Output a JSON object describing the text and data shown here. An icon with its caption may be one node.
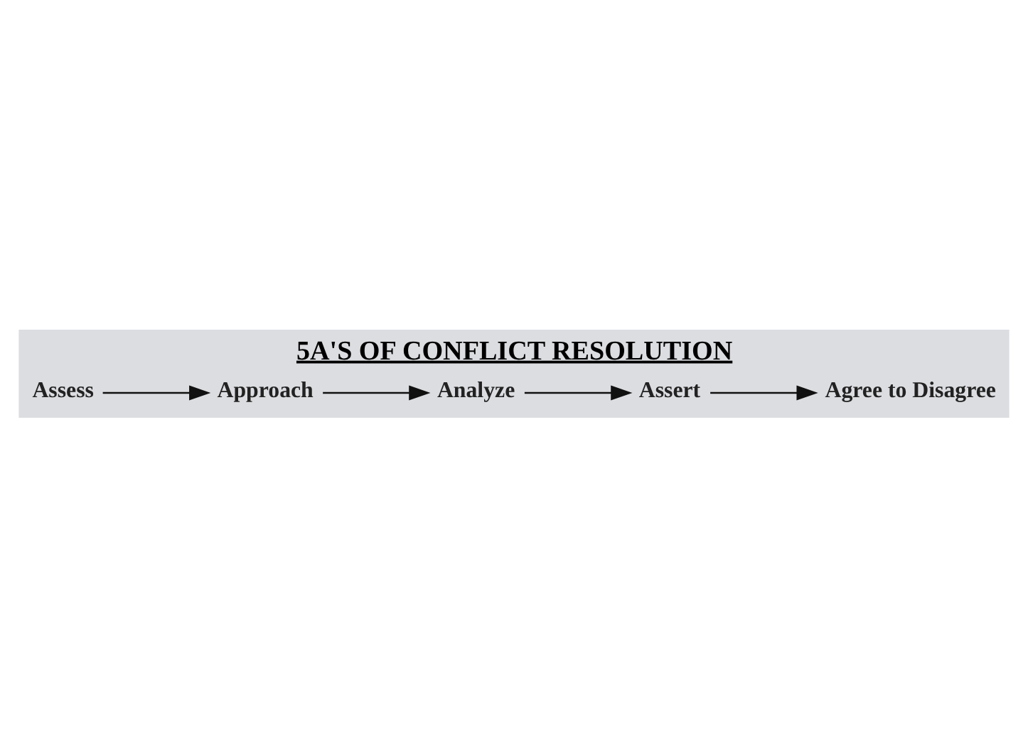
{
  "diagram": {
    "title": "5A'S OF CONFLICT RESOLUTION",
    "nodes": [
      {
        "text": [
          "Assess"
        ]
      },
      {
        "text": [
          "Approach"
        ]
      },
      {
        "text": [
          "Analyze"
        ]
      },
      {
        "text": [
          "Assert"
        ]
      },
      {
        "text": [
          "Agree to Disagree"
        ]
      }
    ],
    "edges": [
      {
        "from": 0,
        "to": 1,
        "arrow": "to"
      },
      {
        "from": 1,
        "to": 2,
        "arrow": "to"
      },
      {
        "from": 2,
        "to": 3,
        "arrow": "to"
      },
      {
        "from": 3,
        "to": 4,
        "arrow": "to"
      }
    ]
  }
}
